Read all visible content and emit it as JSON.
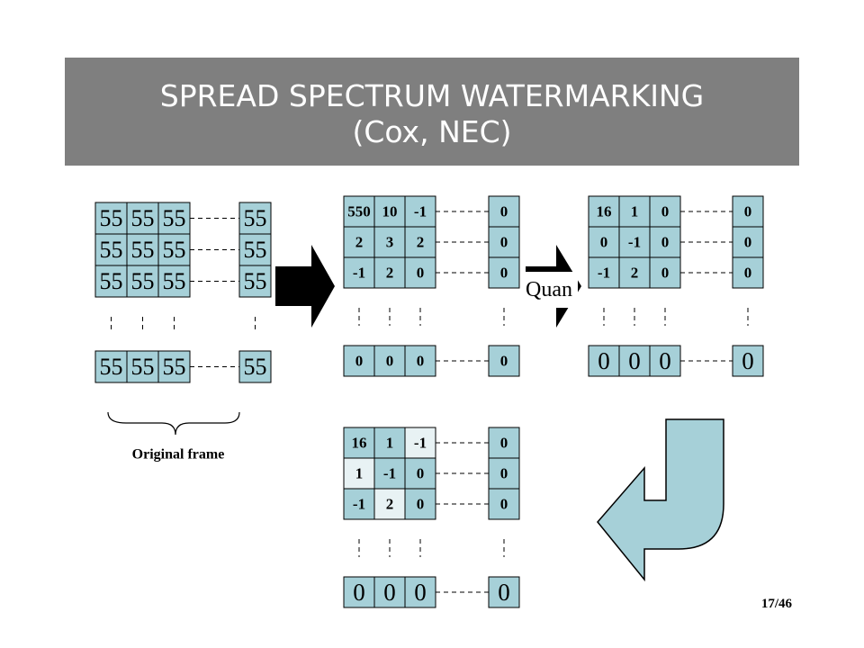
{
  "title": {
    "line1": "SPREAD SPECTRUM WATERMARKING",
    "line2": "(Cox, NEC)"
  },
  "page_number": "17/46",
  "colors": {
    "title_bar": "#7f7f7f",
    "cell_fill": "#a6d0d8",
    "arrow_fill": "#000000",
    "return_arrow_fill": "#a6d0d8"
  },
  "original_frame": {
    "label": "Original frame",
    "rows": [
      [
        "55",
        "55",
        "55",
        "55"
      ],
      [
        "55",
        "55",
        "55",
        "55"
      ],
      [
        "55",
        "55",
        "55",
        "55"
      ]
    ],
    "last_row": [
      "55",
      "55",
      "55",
      "55"
    ]
  },
  "dct_block": {
    "rows": [
      [
        "550",
        "10",
        "-1",
        "0"
      ],
      [
        "2",
        "3",
        "2",
        "0"
      ],
      [
        "-1",
        "2",
        "0",
        "0"
      ]
    ],
    "last_row": [
      "0",
      "0",
      "0",
      "0"
    ]
  },
  "quantized_block": {
    "arrow_label": "Quan",
    "rows": [
      [
        "16",
        "1",
        "0",
        "0"
      ],
      [
        "0",
        "-1",
        "0",
        "0"
      ],
      [
        "-1",
        "2",
        "0",
        "0"
      ]
    ],
    "last_row": [
      "0",
      "0",
      "0",
      "0"
    ]
  },
  "watermarked_block": {
    "rows": [
      [
        "16",
        "1",
        "-1",
        "0"
      ],
      [
        "1",
        "-1",
        "0",
        "0"
      ],
      [
        "-1",
        "2",
        "0",
        "0"
      ]
    ],
    "last_row": [
      "0",
      "0",
      "0",
      "0"
    ]
  }
}
